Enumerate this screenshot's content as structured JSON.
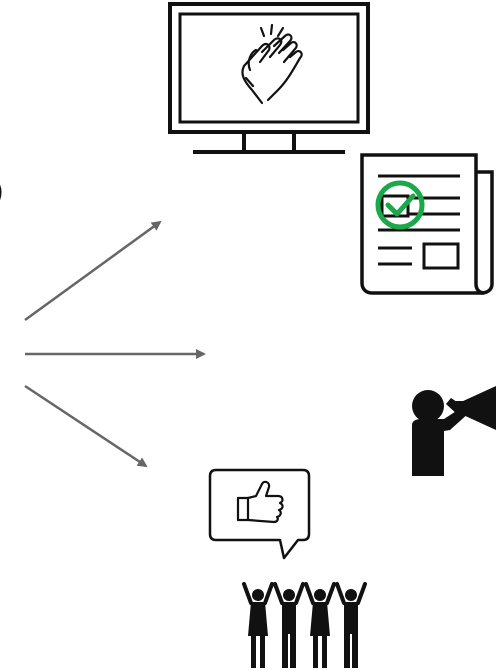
{
  "diagram": {
    "icons": [
      {
        "name": "monitor-applause-icon"
      },
      {
        "name": "newspaper-checkmark-icon"
      },
      {
        "name": "person-megaphone-icon"
      },
      {
        "name": "thumbs-up-speech-bubble-icon"
      },
      {
        "name": "cheering-crowd-icon"
      }
    ],
    "arrows": [
      {
        "name": "arrow-up-right"
      },
      {
        "name": "arrow-right"
      },
      {
        "name": "arrow-down-right"
      }
    ],
    "colors": {
      "stroke": "#111111",
      "arrow": "#666666",
      "check": "#19a84a",
      "background": "#ffffff"
    }
  }
}
